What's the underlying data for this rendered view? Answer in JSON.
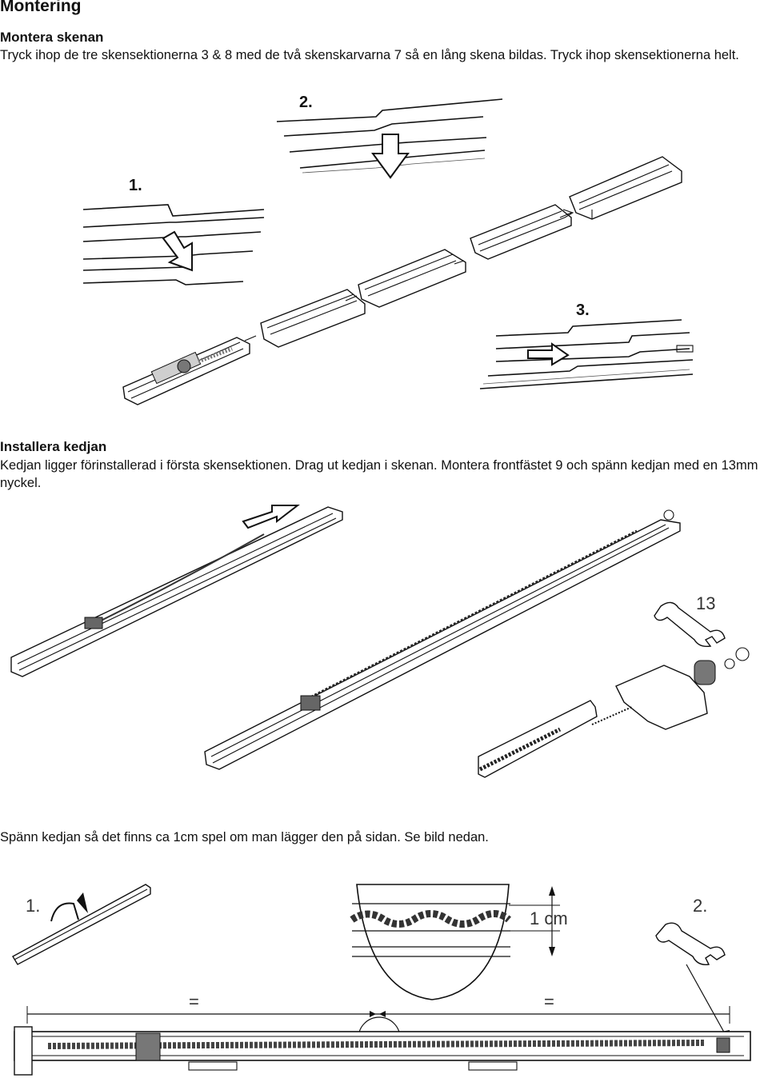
{
  "page": {
    "title": "Montering"
  },
  "section_rail": {
    "heading": "Montera skenan",
    "text": "Tryck ihop de tre skensektionerna 3 & 8 med de två skenskarvarna 7 så en lång skena bildas. Tryck ihop skensektionerna helt.",
    "step_labels": [
      "1.",
      "2.",
      "3."
    ]
  },
  "section_chain": {
    "heading": "Installera kedjan",
    "text": "Kedjan ligger förinstallerad i första skensektionen. Drag ut kedjan i skenan. Montera frontfästet 9 och spänn kedjan med en 13mm nyckel.",
    "wrench_size": "13"
  },
  "section_tension": {
    "text": "Spänn kedjan så det finns ca 1cm spel om man lägger den på sidan. Se bild nedan.",
    "step_labels": [
      "1.",
      "2."
    ],
    "measure_label": "1 cm",
    "equal_sign": "="
  }
}
